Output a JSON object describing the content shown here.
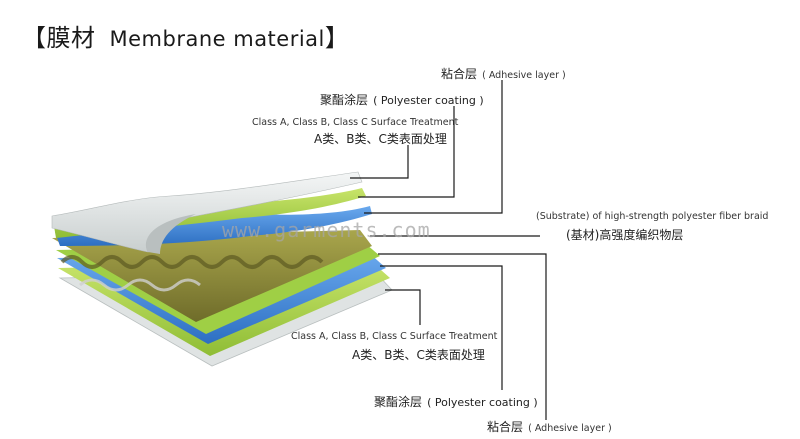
{
  "title": {
    "bracket_open": "【",
    "cn": "膜材",
    "en": "Membrane material",
    "bracket_close": "】"
  },
  "top_labels": {
    "adhesive_cn": "粘合层",
    "adhesive_en": "( Adhesive layer )",
    "polyester_cn": "聚酯涂层",
    "polyester_en": "( Polyester coating )",
    "surface_en": "Class A, Class B, Class C Surface Treatment",
    "surface_cn": "A类、B类、C类表面处理"
  },
  "substrate": {
    "en": "(Substrate) of high-strength polyester fiber braid",
    "cn": "(基材)高强度编织物层"
  },
  "bottom_labels": {
    "surface_en": "Class A, Class B, Class C Surface Treatment",
    "surface_cn": "A类、B类、C类表面处理",
    "polyester_cn": "聚酯涂层",
    "polyester_en": "( Polyester coating )",
    "adhesive_cn": "粘合层",
    "adhesive_en": "( Adhesive layer )"
  },
  "watermark": "www.garments.com",
  "colors": {
    "white_layer": "#e9ecec",
    "green_layer": "#a8d24a",
    "blue_layer": "#3f86d8",
    "fabric_olive": "#8a8a3a",
    "leader_line": "#1a1a1a"
  }
}
